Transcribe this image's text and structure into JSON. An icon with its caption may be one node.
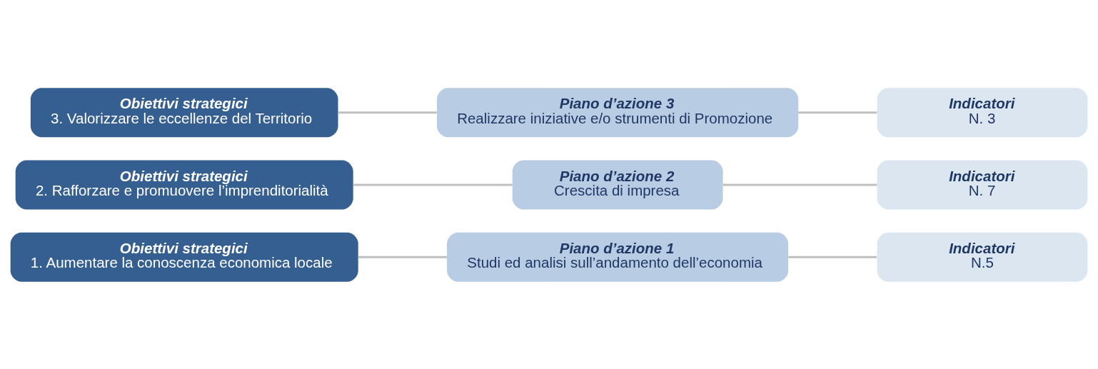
{
  "diagram": {
    "nodes": [
      {
        "text": [
          "Obiettivi strategici",
          "1. Aumentare la conoscenza economica locale"
        ]
      },
      {
        "text": [
          "Piano d’azione 1",
          "Studi ed analisi sull’andamento dell’economia"
        ]
      },
      {
        "text": [
          "Indicatori",
          "N.5"
        ]
      },
      {
        "text": [
          "Obiettivi strategici",
          "2. Rafforzare e promuovere l’imprenditorialità"
        ]
      },
      {
        "text": [
          "Piano d’azione 2",
          "Crescita di impresa"
        ]
      },
      {
        "text": [
          "Indicatori",
          "N. 7"
        ]
      },
      {
        "text": [
          "Obiettivi strategici",
          "3. Valorizzare le eccellenze del Territorio"
        ]
      },
      {
        "text": [
          "Piano d’azione 3",
          "Realizzare iniziative e/o strumenti di Promozione"
        ]
      },
      {
        "text": [
          "Indicatori",
          "N. 3"
        ]
      }
    ],
    "edges": [
      {
        "from": 0,
        "to": 1,
        "arrow": "none"
      },
      {
        "from": 1,
        "to": 2,
        "arrow": "none"
      },
      {
        "from": 3,
        "to": 4,
        "arrow": "none"
      },
      {
        "from": 4,
        "to": 5,
        "arrow": "none"
      },
      {
        "from": 6,
        "to": 7,
        "arrow": "none"
      },
      {
        "from": 7,
        "to": 8,
        "arrow": "none"
      }
    ]
  }
}
